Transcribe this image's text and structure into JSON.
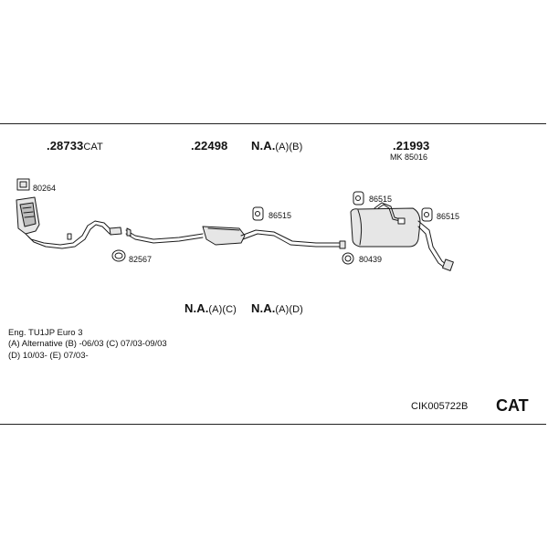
{
  "parts": {
    "p1": {
      "number": ".28733",
      "suffix": "CAT"
    },
    "p2": {
      "number": ".22498"
    },
    "p3": {
      "number": "N.A.",
      "suffix": "(A)(B)"
    },
    "p4": {
      "number": ".21993",
      "sub": "MK  85016"
    },
    "p5": {
      "number": "N.A.",
      "suffix": "(A)(C)"
    },
    "p6": {
      "number": "N.A.",
      "suffix": "(A)(D)"
    }
  },
  "small_parts": {
    "s1": "80264",
    "s2": "82567",
    "s3": "86515",
    "s4": "86515",
    "s5": "86515",
    "s6": "80439"
  },
  "notes": [
    "Eng.  TU1JP   Euro 3",
    "(A) Alternative (B) -06/03 (C) 07/03-09/03",
    "(D) 10/03- (E) 07/03-"
  ],
  "reference": "CIK005722B",
  "category": "CAT",
  "colors": {
    "line": "#1a1a1a",
    "fill_light": "#e6e6e6",
    "fill_mid": "#bdbdbd"
  }
}
